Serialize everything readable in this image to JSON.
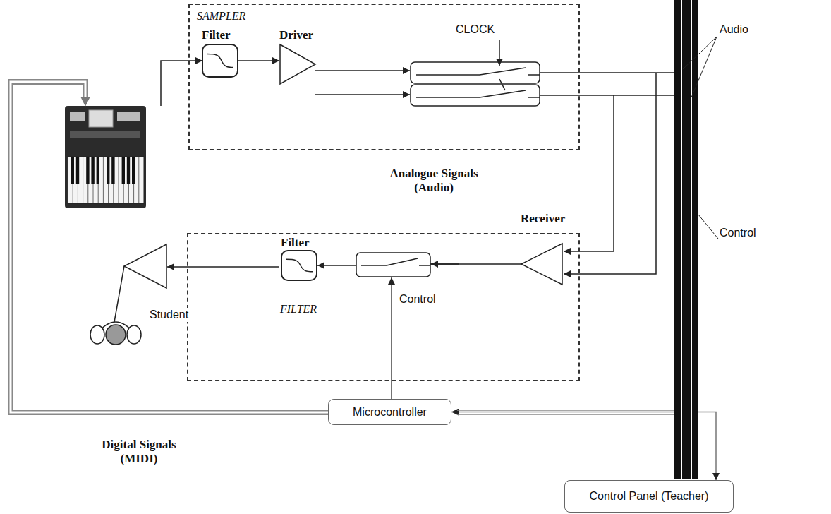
{
  "diagram": {
    "nodes": [
      {
        "text": [
          "SAMPLER"
        ]
      },
      {
        "text": [
          "Filter"
        ],
        "in": 0
      },
      {
        "text": [
          "Driver"
        ],
        "in": 0
      },
      {
        "text": [
          "FILTER"
        ]
      },
      {
        "text": [
          "Filter"
        ],
        "in": 3
      },
      {
        "text": [
          "Receiver"
        ],
        "in": 3
      },
      {
        "text": [
          "Microcontroller"
        ]
      },
      {
        "text": [
          "Control Panel (Teacher)"
        ]
      }
    ],
    "edges": [
      {
        "from": 1,
        "to": 2,
        "arrow": "to"
      },
      {
        "from": 5,
        "to": 4,
        "arrow": "to"
      },
      {
        "from": 7,
        "to": 6,
        "arrow": "both"
      }
    ],
    "labels": [
      "CLOCK",
      "Audio",
      "Analogue Signals (Audio)",
      "Control",
      "Control",
      "Student",
      "Digital Signals (MIDI)"
    ]
  }
}
